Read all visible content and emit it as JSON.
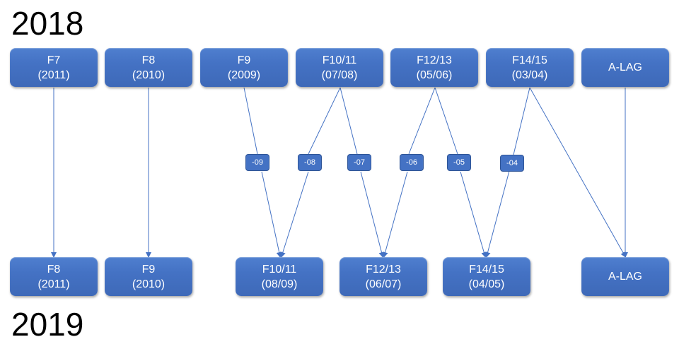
{
  "years": {
    "top": "2018",
    "bottom": "2019"
  },
  "top_boxes": [
    {
      "name": "F7",
      "sub": "(2011)"
    },
    {
      "name": "F8",
      "sub": "(2010)"
    },
    {
      "name": "F9",
      "sub": "(2009)"
    },
    {
      "name": "F10/11",
      "sub": "(07/08)"
    },
    {
      "name": "F12/13",
      "sub": "(05/06)"
    },
    {
      "name": "F14/15",
      "sub": "(03/04)"
    },
    {
      "name": "A-LAG",
      "sub": ""
    }
  ],
  "bottom_boxes": [
    {
      "name": "F8",
      "sub": "(2011)"
    },
    {
      "name": "F9",
      "sub": "(2010)"
    },
    {
      "name": "F10/11",
      "sub": "(08/09)"
    },
    {
      "name": "F12/13",
      "sub": "(06/07)"
    },
    {
      "name": "F14/15",
      "sub": "(04/05)"
    },
    {
      "name": "A-LAG",
      "sub": ""
    }
  ],
  "tags": [
    "-09",
    "-08",
    "-07",
    "-06",
    "-05",
    "-04"
  ],
  "colors": {
    "box": "#4472c4",
    "line": "#4472c4"
  }
}
